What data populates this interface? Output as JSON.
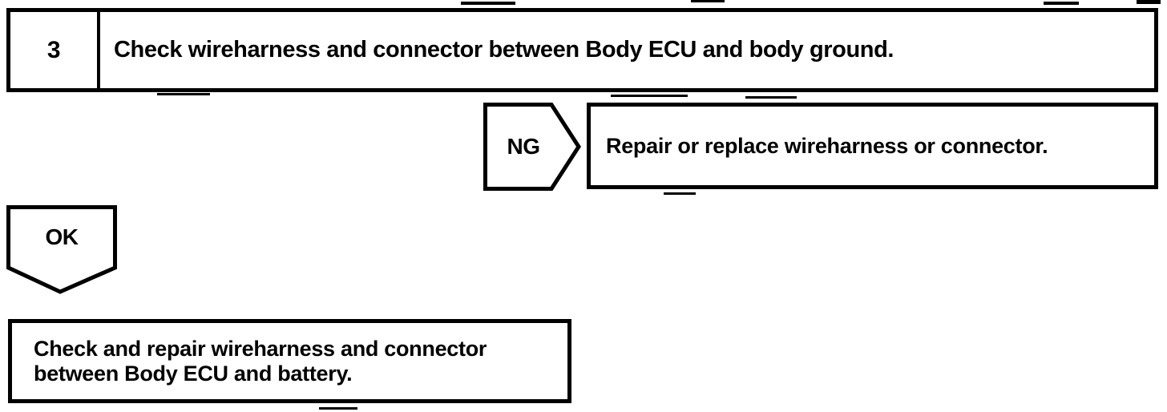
{
  "colors": {
    "ink": "#000000",
    "paper": "#ffffff"
  },
  "flowchart": {
    "step": {
      "number": "3",
      "instruction": "Check wireharness and connector between Body ECU and body ground."
    },
    "ng_branch": {
      "label": "NG",
      "action": "Repair or replace wireharness or connector."
    },
    "ok_branch": {
      "label": "OK",
      "action_lines": [
        "Check and repair wireharness and connector",
        "between Body ECU and battery."
      ]
    }
  }
}
